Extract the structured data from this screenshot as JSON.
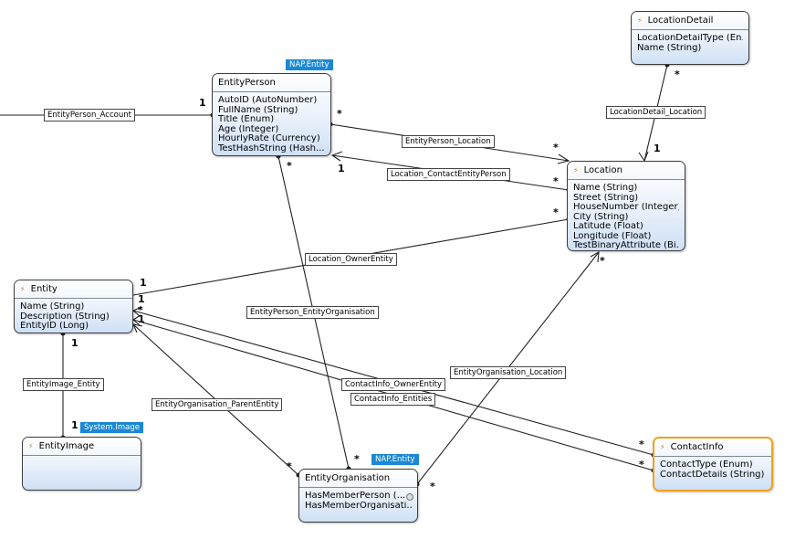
{
  "entities": {
    "location_detail": {
      "name": "LocationDetail",
      "properties": [
        "LocationDetailType (En...",
        "Name (String)"
      ]
    },
    "entity_person": {
      "name": "EntityPerson",
      "tag": "NAP.Entity",
      "properties": [
        "AutoID (AutoNumber)",
        "FullName (String)",
        "Title (Enum)",
        "Age (Integer)",
        "HourlyRate (Currency)",
        "TestHashString (Hash..."
      ]
    },
    "location": {
      "name": "Location",
      "properties": [
        "Name (String)",
        "Street (String)",
        "HouseNumber (Integer)",
        "City (String)",
        "Latitude (Float)",
        "Longitude (Float)",
        "TestBinaryAttribute (Bi..."
      ]
    },
    "entity": {
      "name": "Entity",
      "properties": [
        "Name (String)",
        "Description (String)",
        "EntityID (Long)"
      ]
    },
    "entity_image": {
      "name": "EntityImage",
      "tag": "System.Image",
      "properties": []
    },
    "entity_organisation": {
      "name": "EntityOrganisation",
      "tag": "NAP.Entity",
      "properties": [
        "HasMemberPerson (...",
        "HasMemberOrganisati..."
      ]
    },
    "contact_info": {
      "name": "ContactInfo",
      "properties": [
        "ContactType (Enum)",
        "ContactDetails (String)"
      ]
    }
  },
  "associations": {
    "entity_person_account": "EntityPerson_Account",
    "location_detail_location": "LocationDetail_Location",
    "entity_person_location": "EntityPerson_Location",
    "location_contact_entity_person": "Location_ContactEntityPerson",
    "location_owner_entity": "Location_OwnerEntity",
    "entity_person_entity_organisation": "EntityPerson_EntityOrganisation",
    "entity_image_entity": "EntityImage_Entity",
    "entity_organisation_location": "EntityOrganisation_Location",
    "contact_info_owner_entity": "ContactInfo_OwnerEntity",
    "contact_info_entities": "ContactInfo_Entities",
    "entity_organisation_parent_entity": "EntityOrganisation_ParentEntity"
  },
  "multiplicities": {
    "one": "1",
    "many": "*"
  },
  "colors": {
    "tag_background": "#1a88d5",
    "selected_border": "#f0a21c",
    "line": "#222222"
  }
}
